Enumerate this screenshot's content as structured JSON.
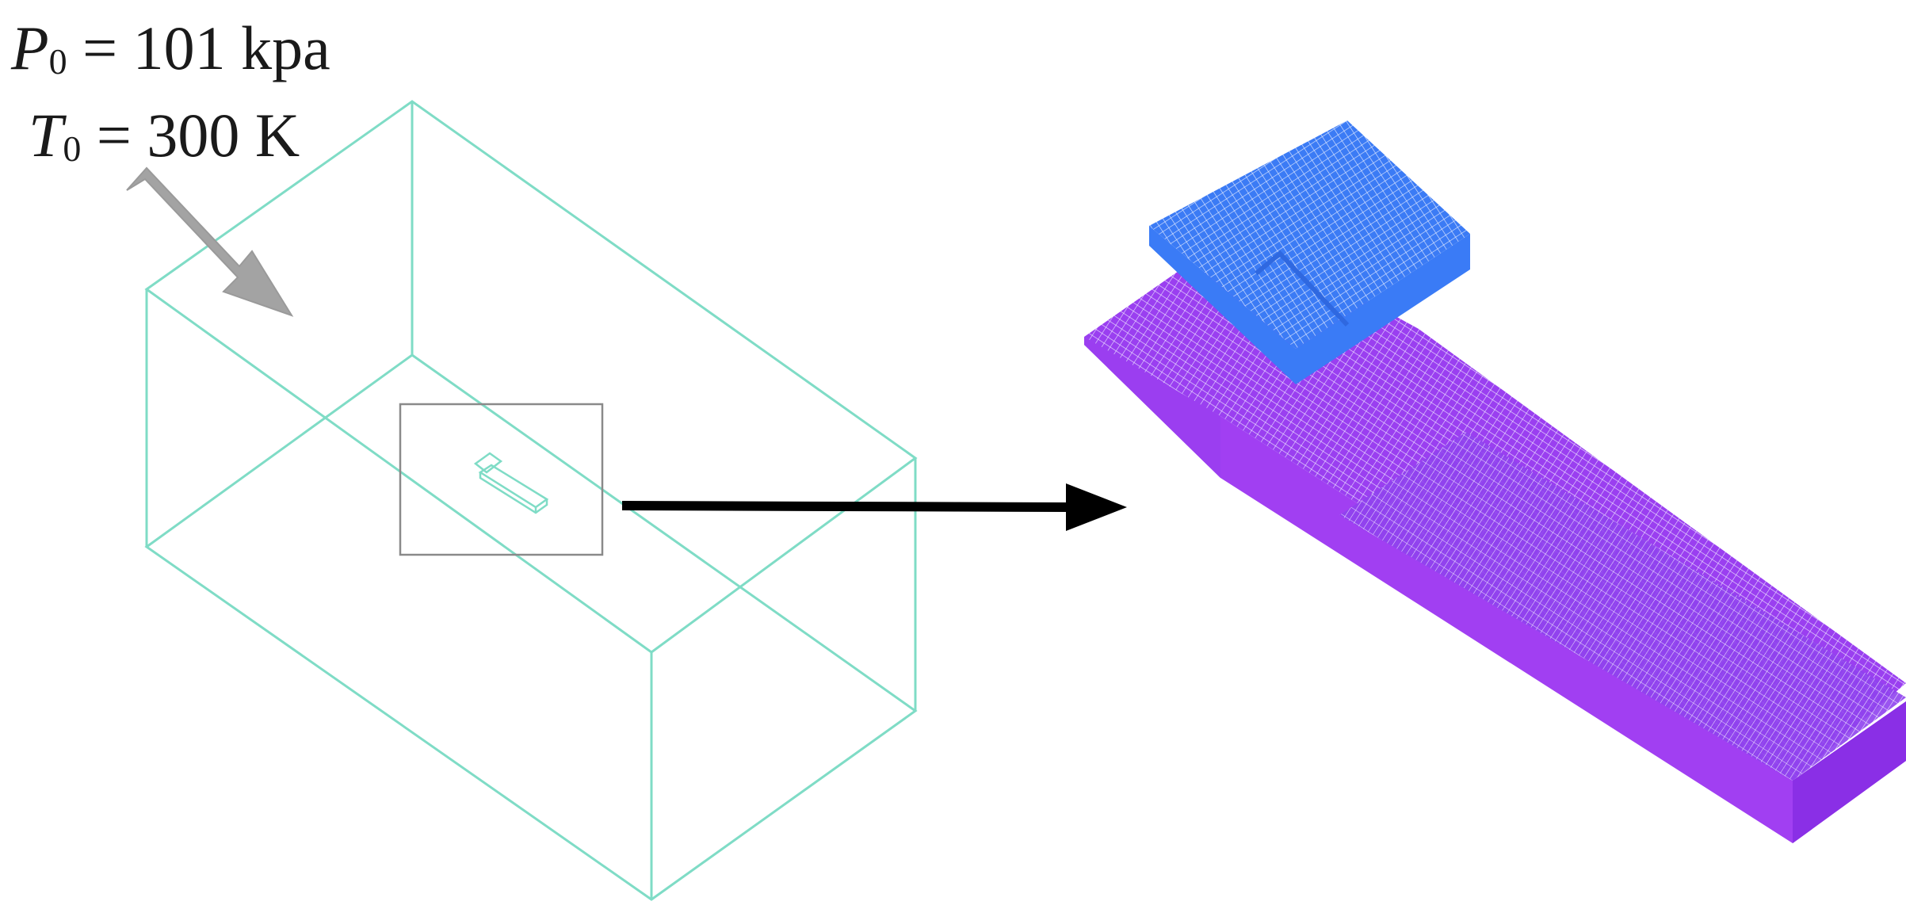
{
  "labels": {
    "pressure": {
      "symbol": "P",
      "subscript": "0",
      "value": "= 101 kpa"
    },
    "temperature": {
      "symbol": "T",
      "subscript": "0",
      "value": "= 300 K"
    }
  },
  "colors": {
    "domain_wireframe": "#7fdcc6",
    "zoom_box": "#8a8a8a",
    "inflow_arrow": "#a3a3a3",
    "pointer_arrow": "#000000",
    "upper_mesh": "#3b7bf5",
    "lower_mesh": "#9a3ff0",
    "mesh_lines": "#e8ecff"
  },
  "icons": {
    "inflow": "gray-inflow-arrow",
    "pointer": "black-pointer-arrow"
  }
}
